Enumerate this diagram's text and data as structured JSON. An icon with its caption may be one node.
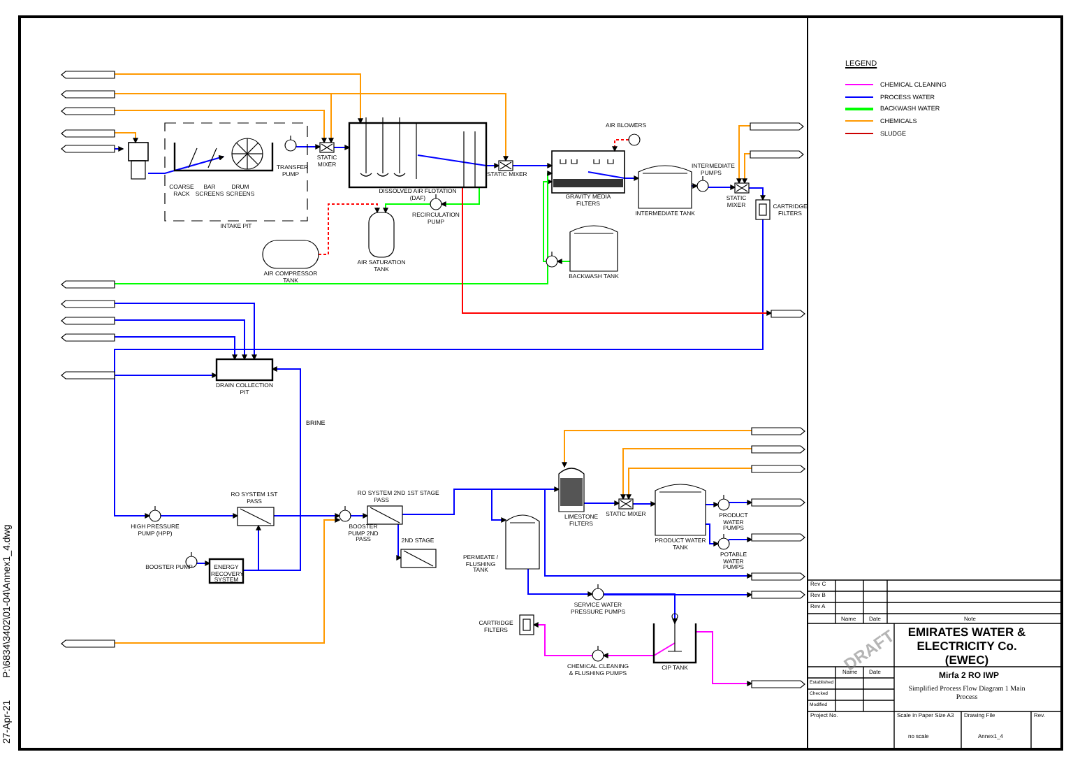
{
  "diagram": {
    "nodes": [
      {
        "text": [],
        "shape": "flag"
      },
      {
        "text": [],
        "shape": "flag"
      },
      {
        "text": [],
        "shape": "flag"
      },
      {
        "text": [],
        "shape": "flag"
      },
      {
        "text": [],
        "shape": "flag"
      },
      {
        "text": [],
        "shape": "box"
      },
      {
        "text": [
          "INTAKE PIT"
        ]
      },
      {
        "text": [
          "COARSE RACK",
          "BAR SCREENS",
          "DRUM SCREENS"
        ],
        "in": 6
      },
      {
        "text": [
          "TRANSFER PUMP"
        ],
        "in": 6
      },
      {
        "text": [
          "STATIC MIXER"
        ]
      },
      {
        "text": [
          "DISSOLVED AIR FLOTATION (DAF)"
        ]
      },
      {
        "text": [
          "RECIRCULATION PUMP"
        ]
      },
      {
        "text": [
          "AIR SATURATION TANK"
        ]
      },
      {
        "text": [
          "AIR COMPRESSOR TANK"
        ]
      },
      {
        "text": [
          "STATIC MIXER"
        ]
      },
      {
        "text": [
          "GRAVITY MEDIA FILTERS"
        ]
      },
      {
        "text": [
          "AIR BLOWERS"
        ]
      },
      {
        "text": [
          "INTERMEDIATE TANK"
        ]
      },
      {
        "text": [
          "BACKWASH TANK"
        ]
      },
      {
        "text": [],
        "shape": "circle"
      },
      {
        "text": [
          "INTERMEDIATE PUMPS"
        ]
      },
      {
        "text": [
          "STATIC MIXER"
        ]
      },
      {
        "text": [
          "CARTRIDGE FILTERS"
        ]
      },
      {
        "text": [],
        "shape": "flag"
      },
      {
        "text": [],
        "shape": "flag"
      },
      {
        "text": [],
        "shape": "flag"
      },
      {
        "text": [],
        "shape": "flag"
      },
      {
        "text": [],
        "shape": "flag"
      },
      {
        "text": [],
        "shape": "flag"
      },
      {
        "text": [],
        "shape": "flag"
      },
      {
        "text": [
          "DRAIN COLLECTION PIT"
        ]
      },
      {
        "text": [],
        "shape": "flag"
      },
      {
        "text": [
          "HIGH PRESSURE PUMP (HPP)"
        ]
      },
      {
        "text": [
          "BOOSTER PUMP"
        ]
      },
      {
        "text": [
          "ENERGY RECOVERY SYSTEM"
        ]
      },
      {
        "text": [
          "RO SYSTEM 1ST PASS"
        ]
      },
      {
        "text": [
          "BOOSTER PUMP 2ND PASS"
        ]
      },
      {
        "text": [
          "RO SYSTEM 2ND PASS",
          "1ST STAGE"
        ]
      },
      {
        "text": [
          "2ND STAGE"
        ]
      },
      {
        "text": [
          "PERMEATE / FLUSHING TANK"
        ]
      },
      {
        "text": [
          "LIMESTONE FILTERS"
        ]
      },
      {
        "text": [
          "STATIC MIXER"
        ]
      },
      {
        "text": [
          "PRODUCT WATER TANK"
        ]
      },
      {
        "text": [
          "PRODUCT WATER PUMPS"
        ]
      },
      {
        "text": [
          "POTABLE WATER PUMPS"
        ]
      },
      {
        "text": [
          "SERVICE WATER PRESSURE PUMPS"
        ]
      },
      {
        "text": [
          "CARTRIDGE FILTERS"
        ]
      },
      {
        "text": [
          "CHEMICAL CLEANING & FLUSHING PUMPS"
        ]
      },
      {
        "text": [
          "CIP TANK"
        ]
      },
      {
        "text": [],
        "shape": "flag"
      },
      {
        "text": [],
        "shape": "flag"
      },
      {
        "text": [],
        "shape": "flag"
      },
      {
        "text": [],
        "shape": "flag"
      },
      {
        "text": [],
        "shape": "flag"
      },
      {
        "text": [],
        "shape": "flag"
      },
      {
        "text": [],
        "shape": "flag"
      },
      {
        "text": [],
        "shape": "flag"
      },
      {
        "text": [],
        "shape": "flag"
      }
    ],
    "edges": [
      {
        "from": 0,
        "to": 10,
        "arrow": "to",
        "color": "#ff9900"
      },
      {
        "from": 1,
        "to": 9,
        "arrow": "to",
        "color": "#ff9900"
      },
      {
        "from": 1,
        "to": 14,
        "arrow": "to",
        "color": "#ff9900"
      },
      {
        "from": 2,
        "to": 9,
        "arrow": "to",
        "color": "#ff9900"
      },
      {
        "from": 3,
        "to": 5,
        "arrow": "to",
        "color": "#ff9900"
      },
      {
        "from": 4,
        "to": 5,
        "arrow": "to"
      },
      {
        "from": 5,
        "to": 7,
        "arrow": "to"
      },
      {
        "from": 8,
        "to": 9,
        "arrow": "to"
      },
      {
        "from": 9,
        "to": 10,
        "arrow": "to"
      },
      {
        "from": 10,
        "to": 14,
        "arrow": "to"
      },
      {
        "from": 14,
        "to": 15,
        "arrow": "to"
      },
      {
        "from": 13,
        "to": 12,
        "arrow": "to",
        "style": "dashed",
        "color": "#ff0000"
      },
      {
        "from": 11,
        "to": 12,
        "arrow": "to",
        "color": "#00ff00"
      },
      {
        "from": 10,
        "to": 11,
        "arrow": "to",
        "color": "#00ff00"
      },
      {
        "from": 16,
        "to": 15,
        "arrow": "to",
        "style": "dashed",
        "color": "#ff0000"
      },
      {
        "from": 15,
        "to": 17,
        "arrow": "to"
      },
      {
        "from": 17,
        "to": 20,
        "arrow": "to"
      },
      {
        "from": 20,
        "to": 21,
        "arrow": "to"
      },
      {
        "from": 21,
        "to": 22,
        "arrow": "to"
      },
      {
        "from": 23,
        "to": 21,
        "arrow": "to",
        "color": "#ff9900"
      },
      {
        "from": 24,
        "to": 21,
        "arrow": "to",
        "color": "#ff9900"
      },
      {
        "from": 18,
        "to": 19,
        "arrow": "to",
        "color": "#00ff00"
      },
      {
        "from": 19,
        "to": 15,
        "arrow": "to",
        "color": "#00ff00"
      },
      {
        "from": 22,
        "to": 32,
        "arrow": "to"
      },
      {
        "from": 25,
        "to": 15,
        "arrow": "to",
        "color": "#00ff00"
      },
      {
        "from": 26,
        "to": 30,
        "arrow": "to"
      },
      {
        "from": 27,
        "to": 30,
        "arrow": "to"
      },
      {
        "from": 28,
        "to": 30,
        "arrow": "to"
      },
      {
        "from": 29,
        "to": 30,
        "arrow": "to"
      },
      {
        "from": 10,
        "to": 31,
        "arrow": "to",
        "color": "#ff0000"
      },
      {
        "from": 32,
        "to": 35,
        "arrow": "to"
      },
      {
        "from": 33,
        "to": 34,
        "arrow": "to"
      },
      {
        "from": 34,
        "to": 35,
        "arrow": "to"
      },
      {
        "from": 35,
        "to": 36,
        "arrow": "to"
      },
      {
        "from": 36,
        "to": 37,
        "arrow": "to"
      },
      {
        "from": 37,
        "to": 38,
        "arrow": "to"
      },
      {
        "from": 37,
        "to": 40,
        "arrow": "to"
      },
      {
        "from": 37,
        "to": 39,
        "arrow": "to"
      },
      {
        "from": 40,
        "to": 41,
        "arrow": "to"
      },
      {
        "from": 41,
        "to": 42,
        "arrow": "to"
      },
      {
        "from": 42,
        "to": 43,
        "arrow": "to"
      },
      {
        "from": 43,
        "to": 52,
        "arrow": "to"
      },
      {
        "from": 42,
        "to": 44,
        "arrow": "to"
      },
      {
        "from": 44,
        "to": 53,
        "arrow": "to"
      },
      {
        "from": 39,
        "to": 45,
        "arrow": "to"
      },
      {
        "from": 45,
        "to": 55,
        "arrow": "to"
      },
      {
        "from": 45,
        "to": 48,
        "arrow": "to"
      },
      {
        "from": 48,
        "to": 47,
        "arrow": "to",
        "color": "#ff00ff"
      },
      {
        "from": 47,
        "to": 46,
        "arrow": "to",
        "color": "#ff00ff"
      },
      {
        "from": 48,
        "to": 56,
        "arrow": "to",
        "color": "#ff00ff"
      },
      {
        "from": 49,
        "to": 40,
        "arrow": "to",
        "color": "#ff9900"
      },
      {
        "from": 50,
        "to": 41,
        "arrow": "to",
        "color": "#ff9900"
      },
      {
        "from": 51,
        "to": 41,
        "arrow": "to",
        "color": "#ff9900"
      },
      {
        "from": 57,
        "to": 36,
        "arrow": "to",
        "color": "#ff9900"
      },
      {
        "from": 37,
        "to": 54,
        "arrow": "to"
      },
      {
        "from": 34,
        "to": 30,
        "arrow": "to",
        "label": "BRINE"
      }
    ],
    "labels": [
      "LEGEND",
      "Rev C",
      "Rev B",
      "Rev A",
      "Name",
      "Date",
      "Note",
      "EMIRATES WATER & ELECTRICITY Co. (EWEC)",
      "Name",
      "Date",
      "Established",
      "Checked",
      "Modified",
      "Mirfa 2 RO IWP",
      "Simplified Process Flow Diagram 1 Main Process",
      "Project No.",
      "Scale in Paper Size A3",
      "Drawing File",
      "Rev.",
      "no scale",
      "Annex1_4",
      "DRAFT",
      "P:\\6834\\3402\\01-04\\Annex1_4.dwg",
      "27-Apr-21"
    ],
    "legend": [
      {
        "text": "CHEMICAL CLEANING",
        "color": "#ff00ff"
      },
      {
        "text": "PROCESS WATER",
        "color": "#0000ff"
      },
      {
        "text": "BACKWASH WATER",
        "color": "#00ff00"
      },
      {
        "text": "CHEMICALS",
        "color": "#ff9900"
      },
      {
        "text": "SLUDGE",
        "color": "#cc0000"
      }
    ]
  }
}
